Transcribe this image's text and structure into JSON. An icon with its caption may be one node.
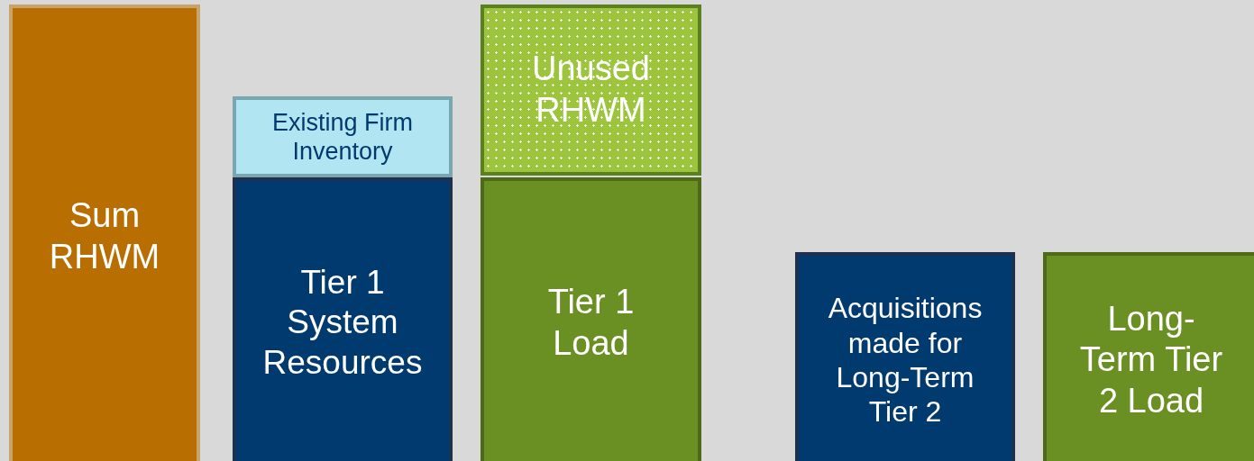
{
  "diagram": {
    "nodes": [
      {
        "text": [
          "Sum RHWM"
        ]
      },
      {
        "text": [
          "Existing Firm Inventory"
        ]
      },
      {
        "text": [
          "Tier 1 System Resources"
        ]
      },
      {
        "text": [
          "Unused RHWM"
        ]
      },
      {
        "text": [
          "Tier 1 Load"
        ]
      },
      {
        "text": [
          "Acquisitions made for Long-Term Tier 2"
        ]
      },
      {
        "text": [
          "Long-Term Tier 2 Load"
        ]
      }
    ]
  }
}
